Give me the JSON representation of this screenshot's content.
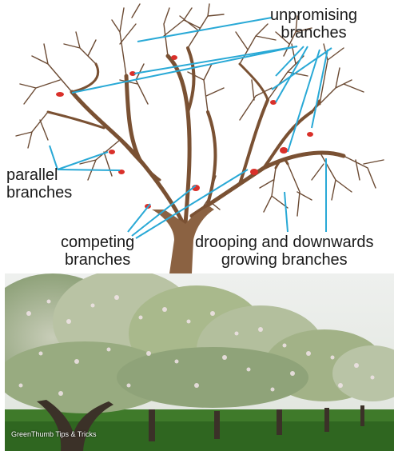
{
  "labels": {
    "unpromising_line1": "unpromising",
    "unpromising_line2": "branches",
    "parallel_line1": "parallel",
    "parallel_line2": "branches",
    "competing_line1": "competing",
    "competing_line2": "branches",
    "drooping_line1": "drooping and downwards",
    "drooping_line2": "growing branches"
  },
  "watermark": "GreenThumb Tips & Tricks",
  "colors": {
    "trunk": "#8b6242",
    "branch": "#7a5133",
    "cut_mark": "#d9302a",
    "pointer": "#29a9d6",
    "label": "#1a1a1a",
    "foliage": "#a9b98c",
    "blossom": "#f1e4e8",
    "grass": "#3f7a2a"
  }
}
